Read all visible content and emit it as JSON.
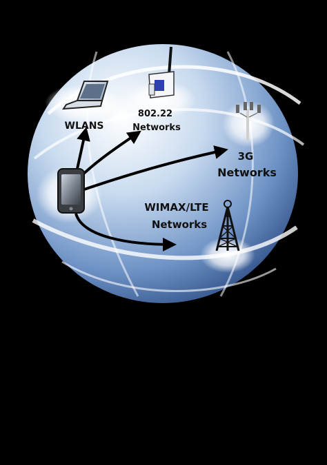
{
  "colors": {
    "background": "#000000",
    "globe_light": "#ffffff",
    "globe_mid": "#b9cfe8",
    "globe_dark": "#1f3f77",
    "arrow": "#000000",
    "label": "#111111"
  },
  "nodes": [
    {
      "id": "wlans",
      "icon": "laptop-icon",
      "label_lines": [
        "WLANS"
      ]
    },
    {
      "id": "wifi",
      "icon": "access-point-icon",
      "label_lines": [
        "802.22",
        "Networks"
      ]
    },
    {
      "id": "3g",
      "icon": "cell-antenna-icon",
      "label_lines": [
        "3G",
        "Networks"
      ]
    },
    {
      "id": "wimax",
      "icon": "radio-tower-icon",
      "label_lines": [
        "WIMAX/LTE",
        "Networks"
      ]
    }
  ],
  "source": {
    "id": "phone",
    "icon": "smartphone-icon"
  },
  "edges": [
    {
      "from": "phone",
      "to": "wlans"
    },
    {
      "from": "phone",
      "to": "wifi"
    },
    {
      "from": "phone",
      "to": "3g"
    },
    {
      "from": "phone",
      "to": "wimax"
    }
  ]
}
